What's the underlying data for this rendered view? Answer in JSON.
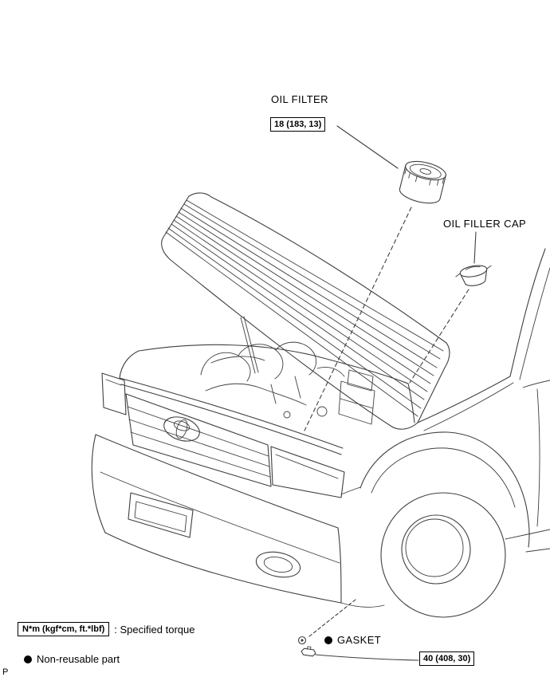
{
  "colors": {
    "line": "#3f3f3f",
    "text": "#000000",
    "bg": "#ffffff"
  },
  "callouts": {
    "oil_filter": {
      "label": "OIL FILTER",
      "torque": "18 (183, 13)"
    },
    "oil_filler_cap": {
      "label": "OIL FILLER CAP"
    },
    "gasket": {
      "label": "GASKET"
    },
    "drain_plug": {
      "torque": "40 (408, 30)"
    }
  },
  "legend": {
    "torque_box": "N*m (kgf*cm, ft.*lbf)",
    "torque_caption": ": Specified torque",
    "non_reusable_caption": "Non-reusable part"
  },
  "page_marker": "P"
}
